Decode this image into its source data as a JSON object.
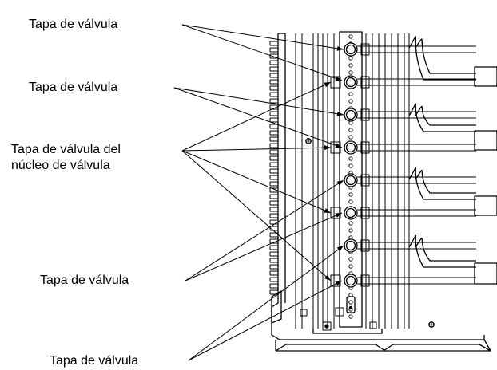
{
  "labels": {
    "cap_1": "Tapa de válvula",
    "cap_2": "Tapa de válvula",
    "core_cap_line1": "Tapa de válvula del",
    "core_cap_line2": "núcleo de válvula",
    "cap_3": "Tapa de válvula",
    "cap_4": "Tapa de válvula"
  },
  "colors": {
    "ink": "#000000",
    "paper": "#ffffff"
  }
}
